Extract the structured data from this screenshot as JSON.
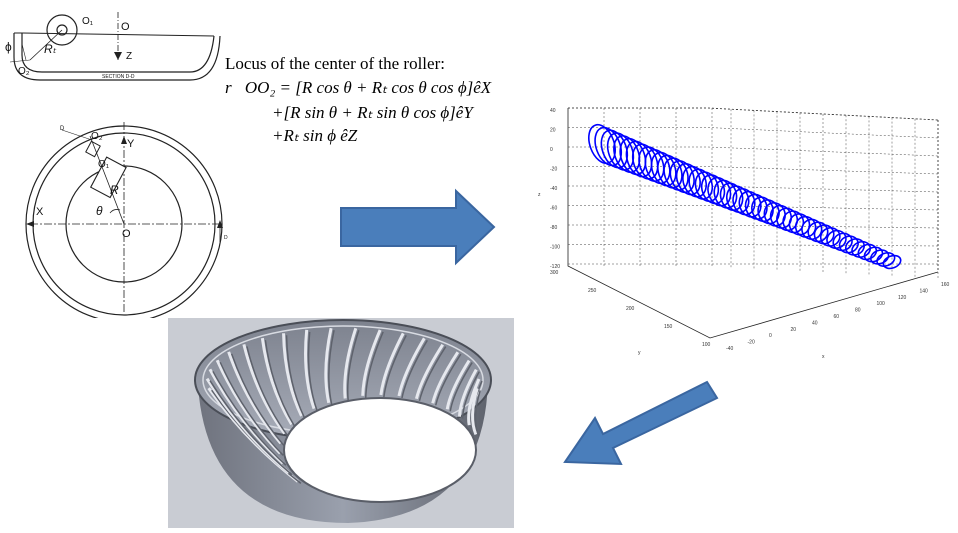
{
  "locus": {
    "title": "Locus of the center of the roller:",
    "line1": "r⃗OO₂ = [R cos θ + Rₜ cos θ cos ϕ]êX",
    "line2": "+[R sin  θ + Rₜ sin θ cos ϕ]êY",
    "line3": "+Rₜ sin ϕ  êZ"
  },
  "section_view": {
    "o1": "O₁",
    "o": "O",
    "z": "Z",
    "phi": "ϕ",
    "rt": "Rₜ",
    "o2": "O₂",
    "caption": "SECTION D-D"
  },
  "plan_view": {
    "d_top": "D",
    "o2": "O₂",
    "y": "Y",
    "o1": "O₁",
    "r": "R",
    "x": "X",
    "theta": "θ",
    "o": "O",
    "d_side": "D"
  },
  "plot3d": {
    "z_ticks": [
      "40",
      "20",
      "0",
      "-20",
      "-40",
      "-60",
      "-80",
      "-100",
      "-120"
    ],
    "y_ticks": [
      "300",
      "250",
      "200",
      "150",
      "100"
    ],
    "x_ticks": [
      "-40",
      "-20",
      "0",
      "20",
      "40",
      "60",
      "80",
      "100",
      "120",
      "140",
      "160"
    ],
    "z_label": "z",
    "y_label": "y",
    "x_label": "x",
    "curve_color": "#0000ff"
  },
  "colors": {
    "arrow_fill": "#4a7ebb",
    "arrow_stroke": "#3a66a0"
  }
}
